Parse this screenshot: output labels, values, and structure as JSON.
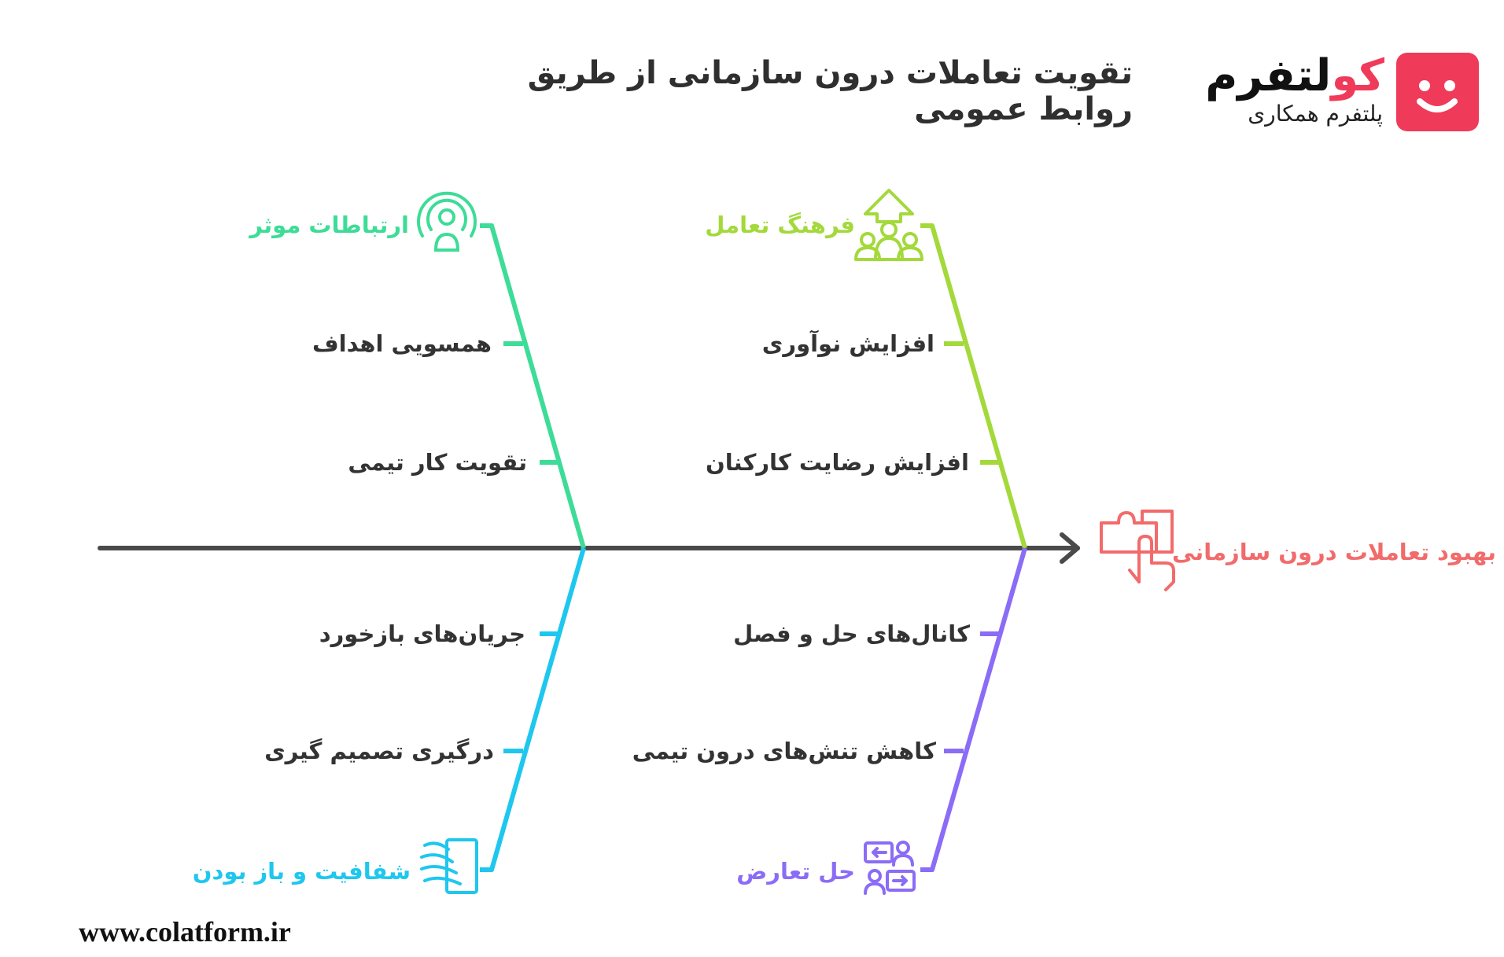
{
  "title": "تقویت تعاملات درون سازمانی از طریق روابط عمومی",
  "logo": {
    "main_prefix": "کو",
    "main_rest": "لتفرم",
    "subtitle": "پلتفرم همکاری"
  },
  "effect": {
    "label": "بهبود تعاملات درون سازمانی",
    "color": "#f26b6b",
    "icon": "puzzle-hand-icon"
  },
  "categories": [
    {
      "id": "effective-communication",
      "label": "ارتباطات موثر",
      "color": "#3ddc97",
      "icon": "broadcast-person-icon",
      "causes": [
        "همسویی اهداف",
        "تقویت کار تیمی"
      ]
    },
    {
      "id": "interaction-culture",
      "label": "فرهنگ تعامل",
      "color": "#a3d93b",
      "icon": "group-growth-icon",
      "causes": [
        "افزایش نوآوری",
        "افزایش رضایت کارکنان"
      ]
    },
    {
      "id": "transparency",
      "label": "شفافیت و باز بودن",
      "color": "#1ec7ee",
      "icon": "window-wind-icon",
      "causes": [
        "جریان‌های بازخورد",
        "درگیری تصمیم گیری"
      ]
    },
    {
      "id": "conflict-resolution",
      "label": "حل تعارض",
      "color": "#8b6cf6",
      "icon": "people-exchange-icon",
      "causes": [
        "کانال‌های حل و فصل",
        "کاهش تنش‌های درون تیمی"
      ]
    }
  ],
  "spine_color": "#4a4a4a",
  "footer": "www.colatform.ir"
}
